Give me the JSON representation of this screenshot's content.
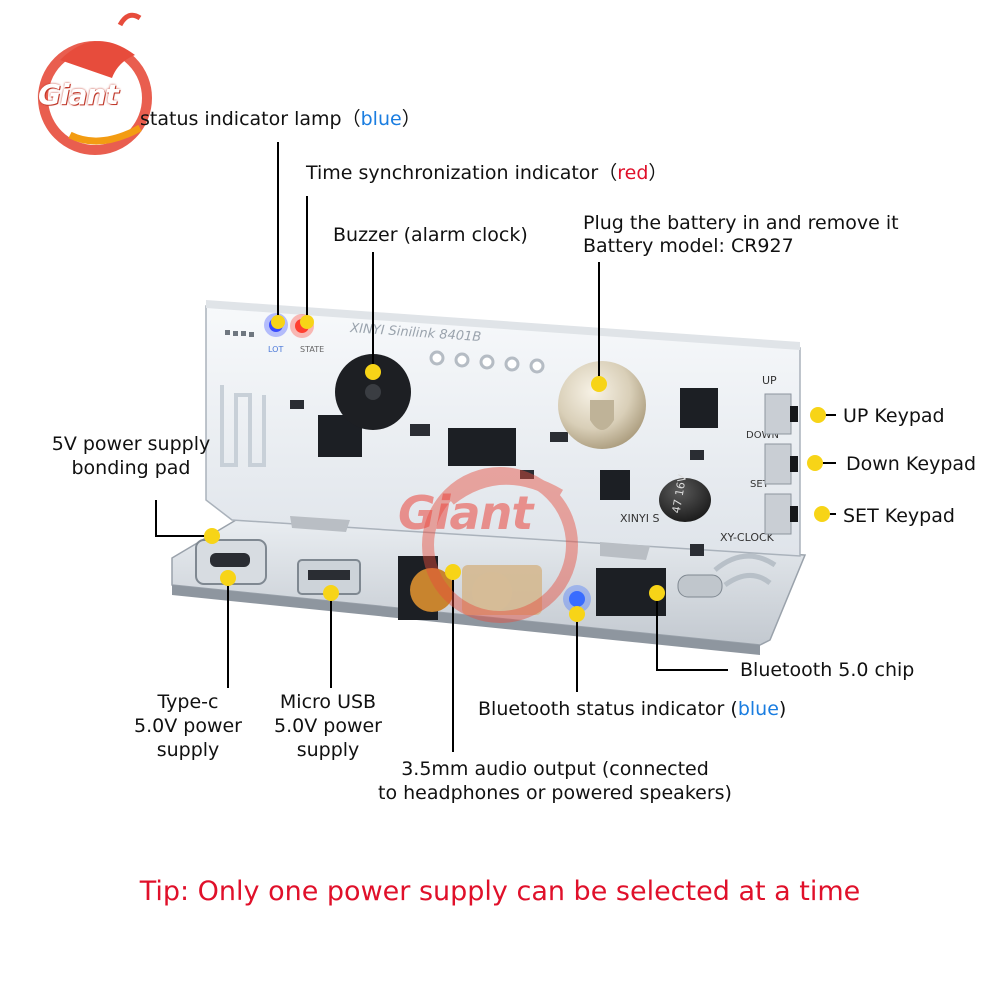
{
  "logo": {
    "text": "Giant",
    "watermark": "Giant"
  },
  "pcb": {
    "silkscreen": "XINYI Sinilink 8401B",
    "brand_mark": "XINYI S",
    "board_label": "XY-CLOCK",
    "cap_label": "47 16V",
    "key_up": "UP",
    "key_down": "DOWN",
    "key_set": "SET"
  },
  "callouts": {
    "wifi_status": {
      "text": "status indicator lamp",
      "paren_open": "（",
      "color_word": "blue",
      "paren_close": "）"
    },
    "time_sync": {
      "text": "Time synchronization indicator",
      "paren_open": "（",
      "color_word": "red",
      "paren_close": "）"
    },
    "buzzer": "Buzzer (alarm clock)",
    "battery_line1": "Plug the battery in and remove it",
    "battery_line2": "Battery model: CR927",
    "up_keypad": "UP Keypad",
    "down_keypad": "Down Keypad",
    "set_keypad": "SET Keypad",
    "bonding_line1": "5V power supply",
    "bonding_line2": "bonding pad",
    "typec_line1": "Type-c",
    "typec_line2": "5.0V power",
    "typec_line3": "supply",
    "micro_line1": "Micro USB",
    "micro_line2": "5.0V power",
    "micro_line3": "supply",
    "bt_chip": "Bluetooth 5.0 chip",
    "bt_status": {
      "text": "Bluetooth status indicator",
      "paren_open": "(",
      "color_word": "blue",
      "paren_close": ")"
    },
    "audio_line1": "3.5mm audio output (connected",
    "audio_line2": "to headphones or powered speakers)"
  },
  "tip": "Tip: Only one power supply can be selected at a time",
  "colors": {
    "dot": "#f7d417",
    "tip": "#e0102a",
    "blue": "#1a7de0",
    "pcb": "#eef1f5",
    "red": "#e0102a"
  }
}
